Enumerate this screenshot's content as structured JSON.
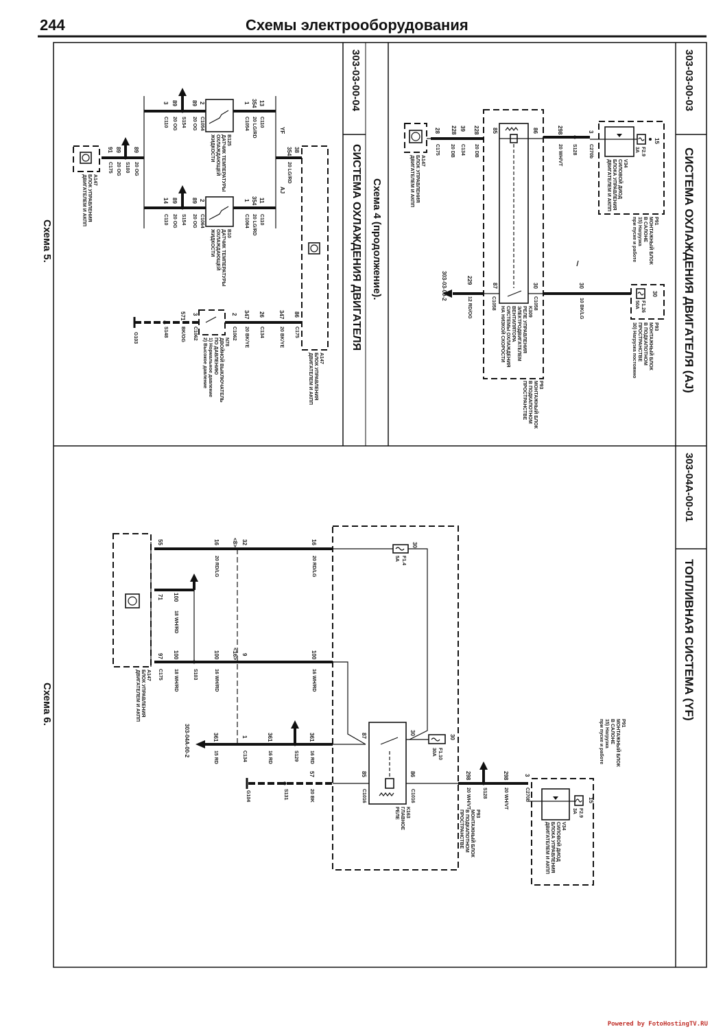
{
  "header": {
    "page_number": "244",
    "title": "Схемы электрооборудования"
  },
  "footer": {
    "credit": "Powered by FotoHostingTV.RU"
  },
  "captions": {
    "scheme5": "Схема 5.",
    "scheme6": "Схема 6."
  },
  "d1": {
    "code": "303-03-00-03",
    "title": "СИСТЕМА ОХЛАЖДЕНИЯ ДВИГАТЕЛЯ (AJ)",
    "l": {
      "p15": "15",
      "f29": "F2.9",
      "f29a": "3A",
      "v34": "V34\nСИЛОВОЙ ДИОД\nБЛОКА УПРАВЛЕНИЯ\nДВИГАТЕЛЕМ И АКПП",
      "p91": "P91\nМОНТАЖНЫЙ БЛОК\nВ САЛОНЕ\n15) Нагрузка\nпри пуске и работе",
      "p3": "3",
      "c270b": "C270b",
      "s128": "S128",
      "w298": "298",
      "c298": "20 WH/VT",
      "p86": "86",
      "p85": "85",
      "w228a": "228",
      "c228a": "20 DB",
      "p39": "39",
      "c134": "C134",
      "w228b": "228",
      "c228b": "20 DB",
      "p28": "28",
      "c175": "C175",
      "a147": "A147\nБЛОК УПРАВЛЕНИЯ\nДВИГАТЕЛЕМ И АКПП",
      "p30": "30",
      "c1058a": "C1058",
      "k309": "K309\nРЕЛЕ УПРАВЛЕНИЯ\nЭЛЕКТРОДВИГАТЕЛЕМ\nВЕНТИЛЯТОРА\nСИСТЕМЫ ОХЛАЖДЕНИЯ\nНА НИЗКОЙ СКОРОСТИ",
      "p87": "87",
      "c1058b": "C1058",
      "w229": "229",
      "c229": "12 RD/OG",
      "ref": "303-03-00-2",
      "w30": "30",
      "c30": "10 BK/LG",
      "f126p": "30",
      "f126": "F1.26",
      "f126a": "50A",
      "p93a": "P93\nМОНТАЖНЫЙ БЛОК\nВ ПОДКАПОТНОМ\nПРОСТРАНСТВЕ\n30) Нагрузка постоянно",
      "p93b": "P93\nМОНТАЖНЫЙ БЛОК\nВ ПОДКАПОТНОМ\nПРОСТРАНСТВЕ"
    }
  },
  "d2": {
    "code": "303-03-00-04",
    "title": "СИСТЕМА ОХЛАЖДЕНИЯ ДВИГАТЕЛЯ",
    "subtitle": "Схема 4 (продолжение).",
    "l": {
      "yf": "YF",
      "aj": "AJ",
      "r1p13": "13",
      "r1w354": "354",
      "r1p1": "1",
      "r1c110": "C110",
      "r1c": "20 LG/RD",
      "r1c1054": "C1054",
      "b125": "B125\nДАТЧИК ТЕМПЕРАТУРЫ\nОХЛАЖДАЮЩЕЙ\nЖИДКОСТИ",
      "r1p2": "2",
      "r1w89": "89",
      "r1c1054b": "C1054",
      "r1oga": "20 OG",
      "r1s154": "S154",
      "r1w89b": "89",
      "r1ogb": "20 OG",
      "r1p3": "3",
      "r1c110b": "C110",
      "r2p11": "11",
      "r2w354": "354",
      "r2p1": "1",
      "r2c110": "C110",
      "r2c": "20 LG/RD",
      "r2c1064": "C1064",
      "b10": "B10\nДАТЧИК ТЕМПЕРАТУРЫ\nОХЛАЖДАЮЩЕЙ\nЖИДКОСТИ",
      "r2p2": "2",
      "r2w89": "89",
      "r2c1064b": "C1064",
      "r2oga": "20 OG",
      "r2s154": "S154",
      "r2w89b": "89",
      "r2ogb": "20 OG",
      "r2p14": "14",
      "r2c110b": "C110",
      "p38": "38",
      "w354": "354",
      "c354": "20 LG/RD",
      "s100w89": "89",
      "s100c": "20 OG",
      "s100": "S100",
      "p91": "91",
      "w89": "89",
      "c89": "20 OG",
      "c175": "C175",
      "a147s": "A147\nБЛОК УПРАВЛЕНИЯ\nДВИГАТЕЛЕМ И АКПП",
      "a147b": "A147\nБЛОК УПРАВЛЕНИЯ\nДВИГАТЕЛЕМ И АКПП",
      "p86": "86",
      "c175b": "C175",
      "w347a": "347",
      "c347a": "20 BK/YE",
      "p26": "26",
      "c134": "C134",
      "w347b": "347",
      "c347b": "20 BK/YE",
      "p2": "2",
      "c1062": "C1062",
      "p3": "3",
      "c1062b": "C1062",
      "w571": "571",
      "c571": "BK/OG",
      "s148": "S148",
      "g103": "G103",
      "n78": "N78\nДВОЙНОЙ ВЫКЛЮЧАТЕЛЬ\nПО ДАВЛЕНИЮ\n1) Нормальное давление\n2) Высокое давление"
    }
  },
  "d3": {
    "code": "303-04A-00-01",
    "title": "ТОПЛИВНАЯ СИСТЕМА (YF)",
    "l": {
      "p15": "15",
      "f29": "F2.9",
      "f29a": "3A",
      "v34": "V34\nСИЛОВОЙ ДИОД\nБЛОКА УПРАВЛЕНИЯ\nДВИГАТЕЛЕМ И АКПП",
      "p91": "P91\nМОНТАЖНЫЙ БЛОК\nВ САЛОНЕ\n15) Нагрузка\nпри пуске и работе",
      "p3": "3",
      "c270b": "C270b",
      "w298a": "298",
      "c298a": "20 WH/VT",
      "s128": "S128",
      "w298b": "298",
      "c298b": "20 WH/VT",
      "p93": "P93\nМОНТАЖНЫЙ БЛОК\nВ ПОДКАПОТНОМ\nПРОСТРАНСТВЕ",
      "p86": "86",
      "c1016a": "C1016",
      "p85": "85",
      "c1016b": "C1016",
      "k163": "K163\nГЛАВНОЕ\nРЕЛЕ",
      "p30": "30",
      "f110p": "30",
      "f110": "F1.10",
      "f110a": "30A",
      "p87": "87",
      "w57": "57",
      "c57": "20 BK",
      "s131": "S131",
      "g104": "G104",
      "w361a": "361",
      "c361a": "16 RD",
      "s129": "S129",
      "w361b": "361",
      "c361b": "16 RD",
      "p1": "1",
      "c134": "C134",
      "w361c": "361",
      "c361c": "15 RD",
      "ref": "303-04A-00-2",
      "f14p": "30",
      "f14": "F1.4",
      "f14a": "5A",
      "w16a": "16",
      "c16a": "20 RD/LG",
      "p32": "32",
      "p8": "<8>",
      "w16b": "16",
      "c16b": "20 RD/LG",
      "p55": "55",
      "w100a": "100",
      "c100a": "16 WH/RD",
      "p9": "9",
      "p16": "<16>",
      "w100b": "100",
      "c100b": "16 WH/RD",
      "s103": "S103",
      "w100c": "100",
      "c100c": "18 WH/RD",
      "p97": "97",
      "c175": "C175",
      "p71": "71",
      "w100d": "100",
      "c100d": "18 WH/RD",
      "a147": "A147\nБЛОК УПРАВЛЕНИЯ\nДВИГАТЕЛЕМ И АКПП"
    }
  }
}
